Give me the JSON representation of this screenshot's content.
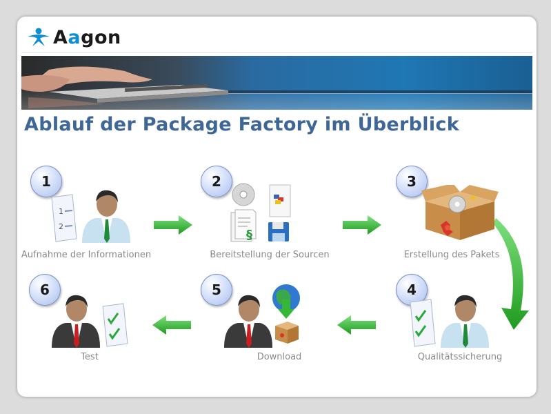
{
  "brand": {
    "logo_text_a": "A",
    "logo_text_b": "a",
    "logo_text_c": "gon"
  },
  "title": "Ablauf der Package Factory im Überblick",
  "steps": [
    {
      "number": "1",
      "label": "Aufnahme der Informationen"
    },
    {
      "number": "2",
      "label": "Bereitstellung der Sourcen"
    },
    {
      "number": "3",
      "label": "Erstellung des Pakets"
    },
    {
      "number": "4",
      "label": "Qualitätssicherung"
    },
    {
      "number": "5",
      "label": "Download"
    },
    {
      "number": "6",
      "label": "Test"
    }
  ],
  "colors": {
    "title": "#3e6797",
    "arrow": "#35b435",
    "badge": "#a9bff0",
    "label": "#8a8a8a"
  }
}
